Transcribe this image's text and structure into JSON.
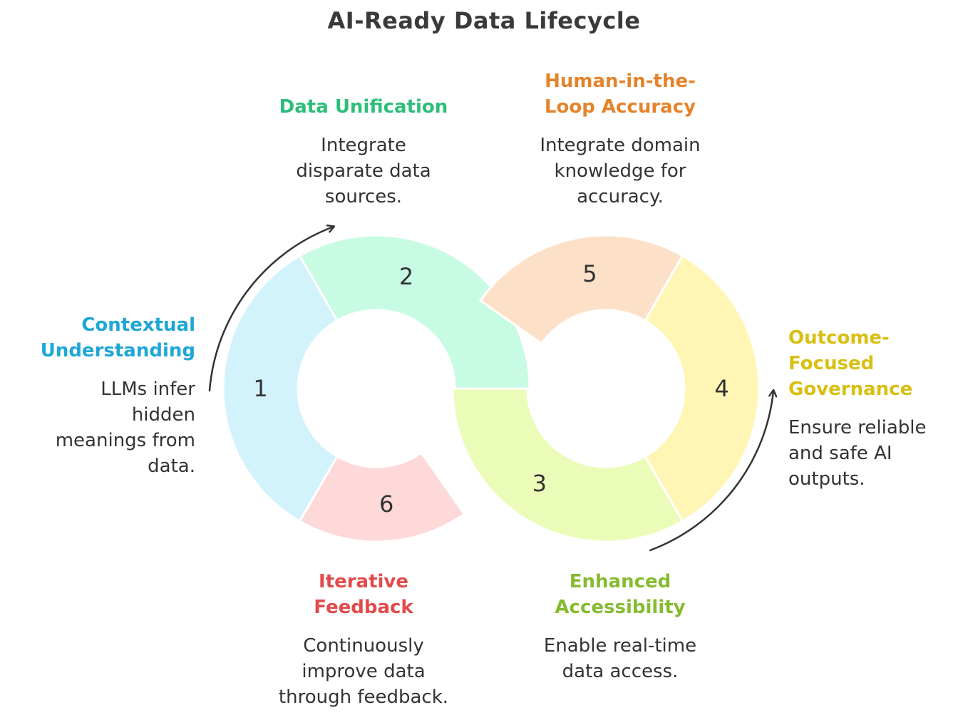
{
  "title": "AI-Ready Data Lifecycle",
  "stages": [
    {
      "number": "1",
      "heading": "Contextual Understanding",
      "heading_lines": [
        "Contextual",
        "Understanding"
      ],
      "description_lines": [
        "LLMs infer",
        "hidden",
        "meanings from",
        "data."
      ],
      "heading_color": "#1ea7d6",
      "fill_color": "#d2f3fc"
    },
    {
      "number": "2",
      "heading": "Data Unification",
      "heading_lines": [
        "Data Unification"
      ],
      "description_lines": [
        "Integrate",
        "disparate data",
        "sources."
      ],
      "heading_color": "#2dbe7a",
      "fill_color": "#c8fbe3"
    },
    {
      "number": "3",
      "heading": "Enhanced Accessibility",
      "heading_lines": [
        "Enhanced",
        "Accessibility"
      ],
      "description_lines": [
        "Enable real-time",
        "data access."
      ],
      "heading_color": "#86bb2f",
      "fill_color": "#ebfcb9"
    },
    {
      "number": "4",
      "heading": "Outcome-Focused Governance",
      "heading_lines": [
        "Outcome-",
        "Focused",
        "Governance"
      ],
      "description_lines": [
        "Ensure reliable",
        "and safe AI",
        "outputs."
      ],
      "heading_color": "#d8bf10",
      "fill_color": "#fff6b5"
    },
    {
      "number": "5",
      "heading": "Human-in-the-Loop Accuracy",
      "heading_lines": [
        "Human-in-the-",
        "Loop Accuracy"
      ],
      "description_lines": [
        "Integrate domain",
        "knowledge for",
        "accuracy."
      ],
      "heading_color": "#e5832b",
      "fill_color": "#fde0c8"
    },
    {
      "number": "6",
      "heading": "Iterative Feedback",
      "heading_lines": [
        "Iterative",
        "Feedback"
      ],
      "description_lines": [
        "Continuously",
        "improve data",
        "through feedback."
      ],
      "heading_color": "#e24b4b",
      "fill_color": "#fdd9d9"
    }
  ],
  "colors": {
    "text": "#333333",
    "arrow": "#333333",
    "background": "#ffffff"
  }
}
